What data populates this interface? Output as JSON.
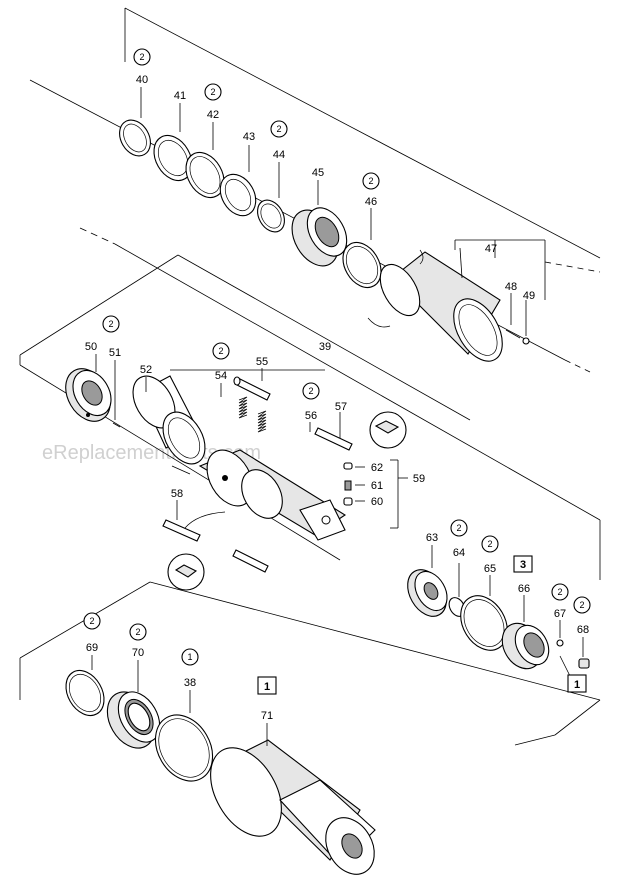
{
  "watermark": "eReplacementParts.com",
  "parts": {
    "p38": "38",
    "p39": "39",
    "p40": "40",
    "p41": "41",
    "p42": "42",
    "p43": "43",
    "p44": "44",
    "p45": "45",
    "p46": "46",
    "p47": "47",
    "p48": "48",
    "p49": "49",
    "p50": "50",
    "p51": "51",
    "p52": "52",
    "p54": "54",
    "p55": "55",
    "p56": "56",
    "p57": "57",
    "p58": "58",
    "p59": "59",
    "p60": "60",
    "p61": "61",
    "p62": "62",
    "p63": "63",
    "p64": "64",
    "p65": "65",
    "p66": "66",
    "p67": "67",
    "p68": "68",
    "p69": "69",
    "p70": "70",
    "p71": "71"
  },
  "badges": {
    "circle2": "2",
    "circle1": "1",
    "box3": "3",
    "box1": "1"
  }
}
